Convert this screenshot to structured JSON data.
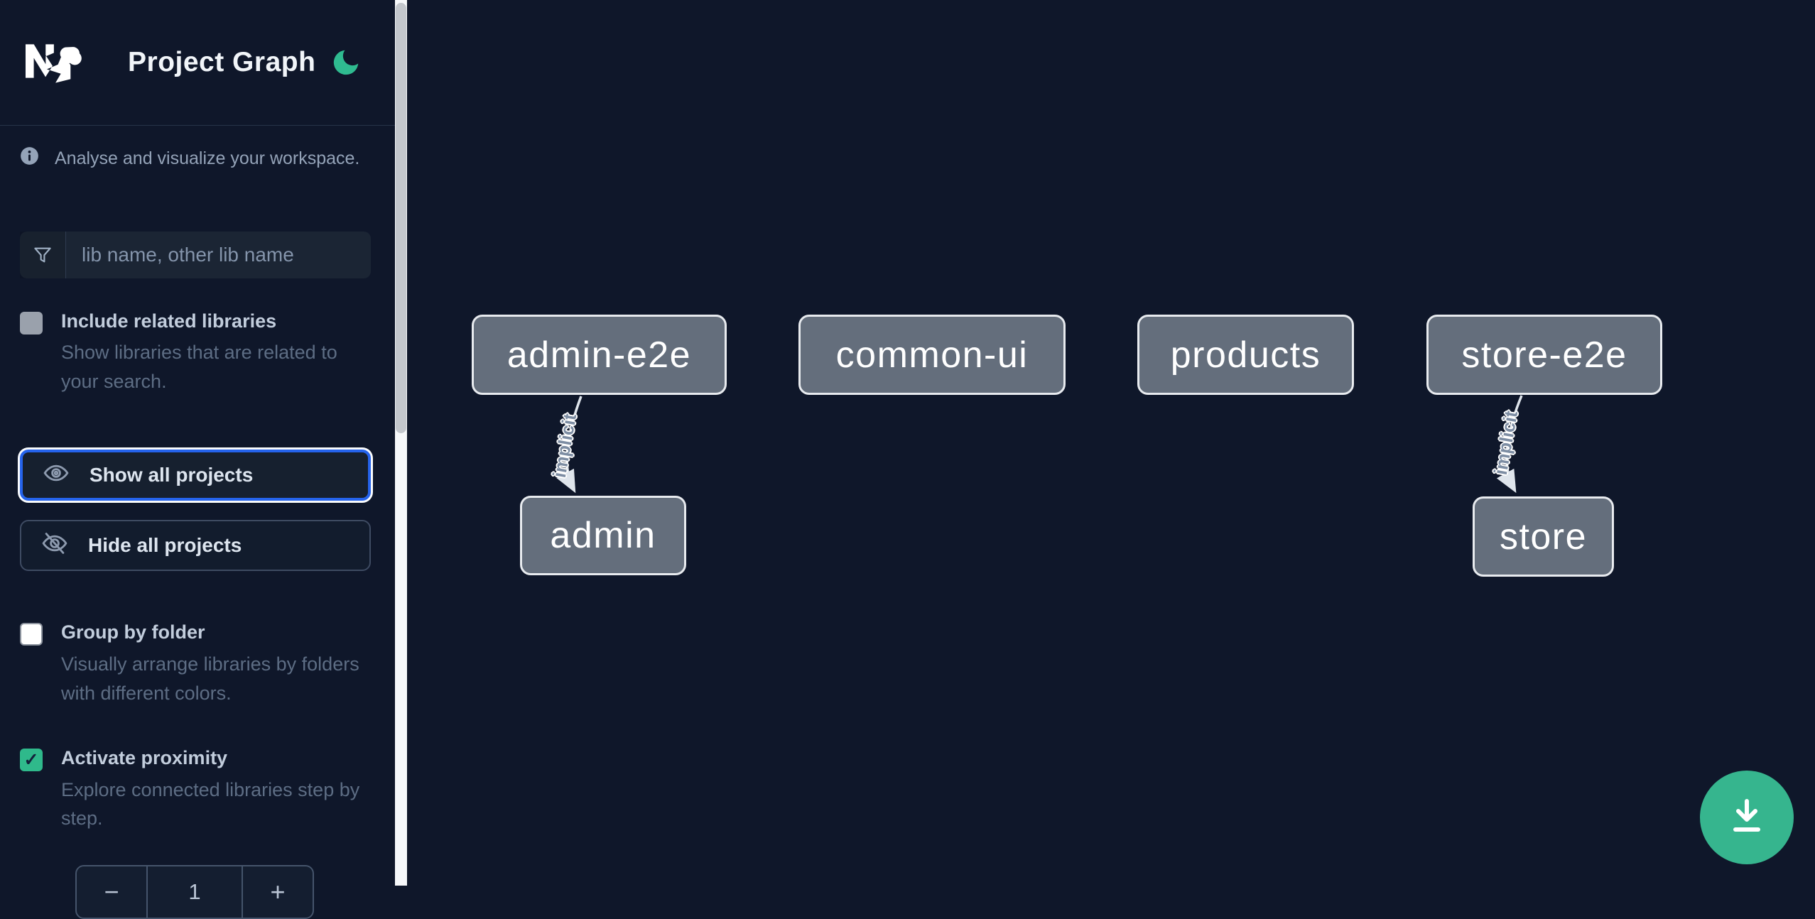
{
  "header": {
    "title": "Project Graph"
  },
  "sidebar": {
    "info_text": "Analyse and visualize your workspace.",
    "search": {
      "placeholder": "lib name, other lib name",
      "value": ""
    },
    "include_related": {
      "label": "Include related libraries",
      "description": "Show libraries that are related to your search.",
      "checked": false
    },
    "show_all": {
      "label": "Show all projects",
      "focused": true
    },
    "hide_all": {
      "label": "Hide all projects"
    },
    "group_folder": {
      "label": "Group by folder",
      "description": "Visually arrange libraries by folders with different colors.",
      "checked": false
    },
    "proximity": {
      "label": "Activate proximity",
      "description": "Explore connected libraries step by step.",
      "checked": true,
      "check_glyph": "✓"
    },
    "depth_stepper": {
      "decrement": "−",
      "value": "1",
      "increment": "+"
    }
  },
  "graph": {
    "nodes": [
      {
        "label": "admin-e2e"
      },
      {
        "label": "common-ui"
      },
      {
        "label": "products"
      },
      {
        "label": "store-e2e"
      },
      {
        "label": "admin"
      },
      {
        "label": "store"
      }
    ],
    "edges": [
      {
        "source": "admin-e2e",
        "target": "admin",
        "label": "implicit"
      },
      {
        "source": "store-e2e",
        "target": "store",
        "label": "implicit"
      }
    ]
  },
  "fab": {
    "icon": "download-icon"
  },
  "colors": {
    "background": "#0f172a",
    "accent_green": "#36b58e",
    "focus_blue": "#2563eb",
    "node_fill": "#646e7c",
    "node_border": "#e8ebef"
  }
}
